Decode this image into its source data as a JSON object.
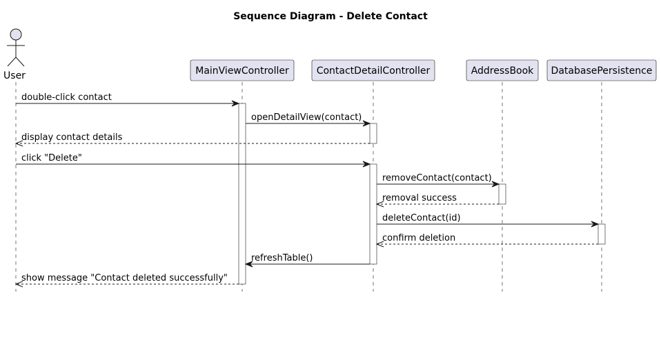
{
  "diagram": {
    "title": "Sequence Diagram - Delete Contact",
    "colors": {
      "participant_fill": "#E2E2F0",
      "participant_border": "#181818",
      "line": "#181818",
      "activation_fill": "#FFFFFF"
    },
    "participants": [
      {
        "id": "user",
        "label": "User",
        "kind": "actor"
      },
      {
        "id": "main",
        "label": "MainViewController",
        "kind": "box"
      },
      {
        "id": "detail",
        "label": "ContactDetailController",
        "kind": "box"
      },
      {
        "id": "book",
        "label": "AddressBook",
        "kind": "box"
      },
      {
        "id": "db",
        "label": "DatabasePersistence",
        "kind": "box"
      }
    ],
    "messages": [
      {
        "from": "user",
        "to": "main",
        "label": "double-click contact",
        "style": "solid"
      },
      {
        "from": "main",
        "to": "detail",
        "label": "openDetailView(contact)",
        "style": "solid"
      },
      {
        "from": "detail",
        "to": "user",
        "label": "display contact details",
        "style": "dashed"
      },
      {
        "from": "user",
        "to": "detail",
        "label": "click \"Delete\"",
        "style": "solid"
      },
      {
        "from": "detail",
        "to": "book",
        "label": "removeContact(contact)",
        "style": "solid"
      },
      {
        "from": "book",
        "to": "detail",
        "label": "removal success",
        "style": "dashed"
      },
      {
        "from": "detail",
        "to": "db",
        "label": "deleteContact(id)",
        "style": "solid"
      },
      {
        "from": "db",
        "to": "detail",
        "label": "confirm deletion",
        "style": "dashed"
      },
      {
        "from": "detail",
        "to": "main",
        "label": "refreshTable()",
        "style": "solid"
      },
      {
        "from": "main",
        "to": "user",
        "label": "show message \"Contact deleted successfully\"",
        "style": "dashed"
      }
    ]
  }
}
